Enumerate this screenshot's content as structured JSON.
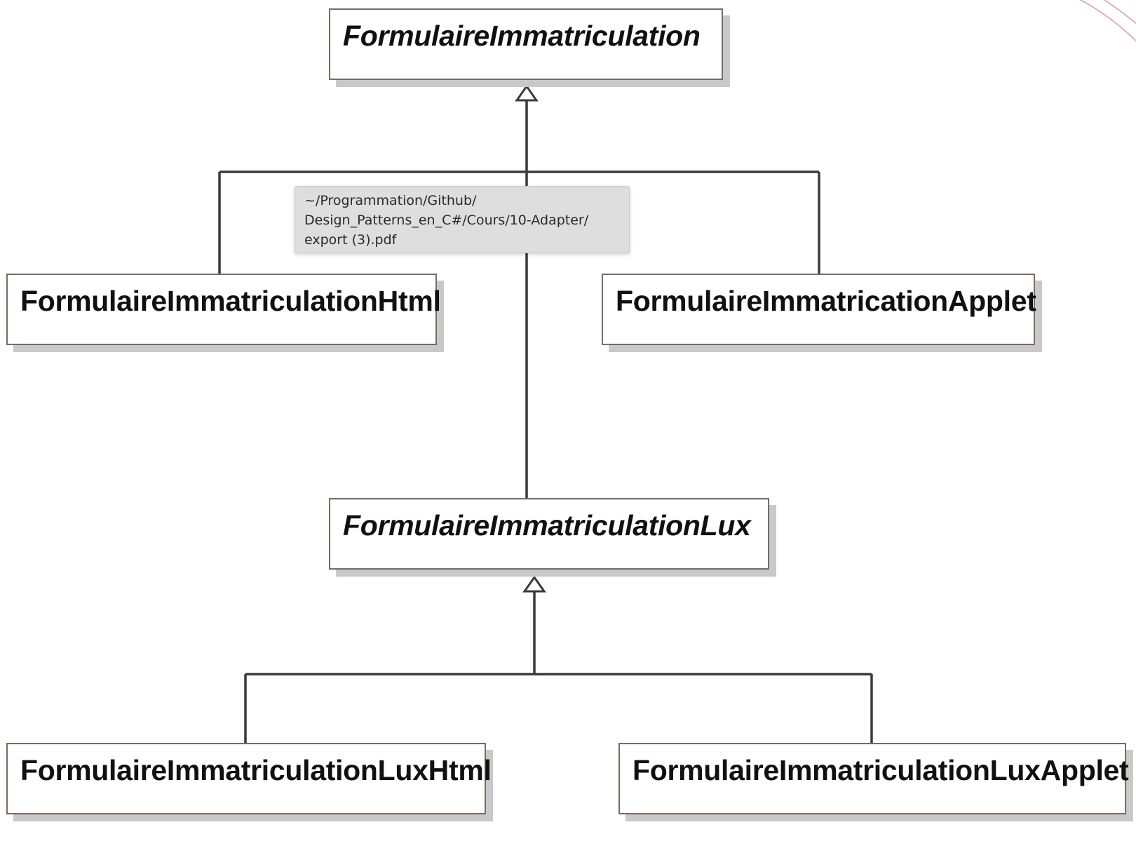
{
  "diagram": {
    "classes": [
      {
        "id": "formulaire-immatriculation",
        "name": "FormulaireImmatriculation",
        "abstract": true
      },
      {
        "id": "formulaire-immatriculation-html",
        "name": "FormulaireImmatriculationHtml",
        "abstract": false
      },
      {
        "id": "formulaire-immatrication-applet",
        "name": "FormulaireImmatricationApplet",
        "abstract": false
      },
      {
        "id": "formulaire-immatriculation-lux",
        "name": "FormulaireImmatriculationLux",
        "abstract": true
      },
      {
        "id": "formulaire-immatriculation-lux-html",
        "name": "FormulaireImmatriculationLuxHtml",
        "abstract": false
      },
      {
        "id": "formulaire-immatriculation-lux-applet",
        "name": "FormulaireImmatriculationLuxApplet",
        "abstract": false
      }
    ],
    "generalizations": [
      {
        "parent": "FormulaireImmatriculation",
        "children": [
          "FormulaireImmatriculationHtml",
          "FormulaireImmatricationApplet",
          "FormulaireImmatriculationLux"
        ]
      },
      {
        "parent": "FormulaireImmatriculationLux",
        "children": [
          "FormulaireImmatriculationLuxHtml",
          "FormulaireImmatriculationLuxApplet"
        ]
      }
    ]
  },
  "tooltip": {
    "lines": [
      "~/Programmation/Github/",
      "Design_Patterns_en_C#/Cours/10-Adapter/",
      "export (3).pdf"
    ]
  },
  "colors": {
    "box_border": "#7d6a5c",
    "line": "#3a3a3a",
    "shadow": "#c9c9c9",
    "tooltip_bg": "#dedede",
    "watermark": "#d9a3a8"
  }
}
